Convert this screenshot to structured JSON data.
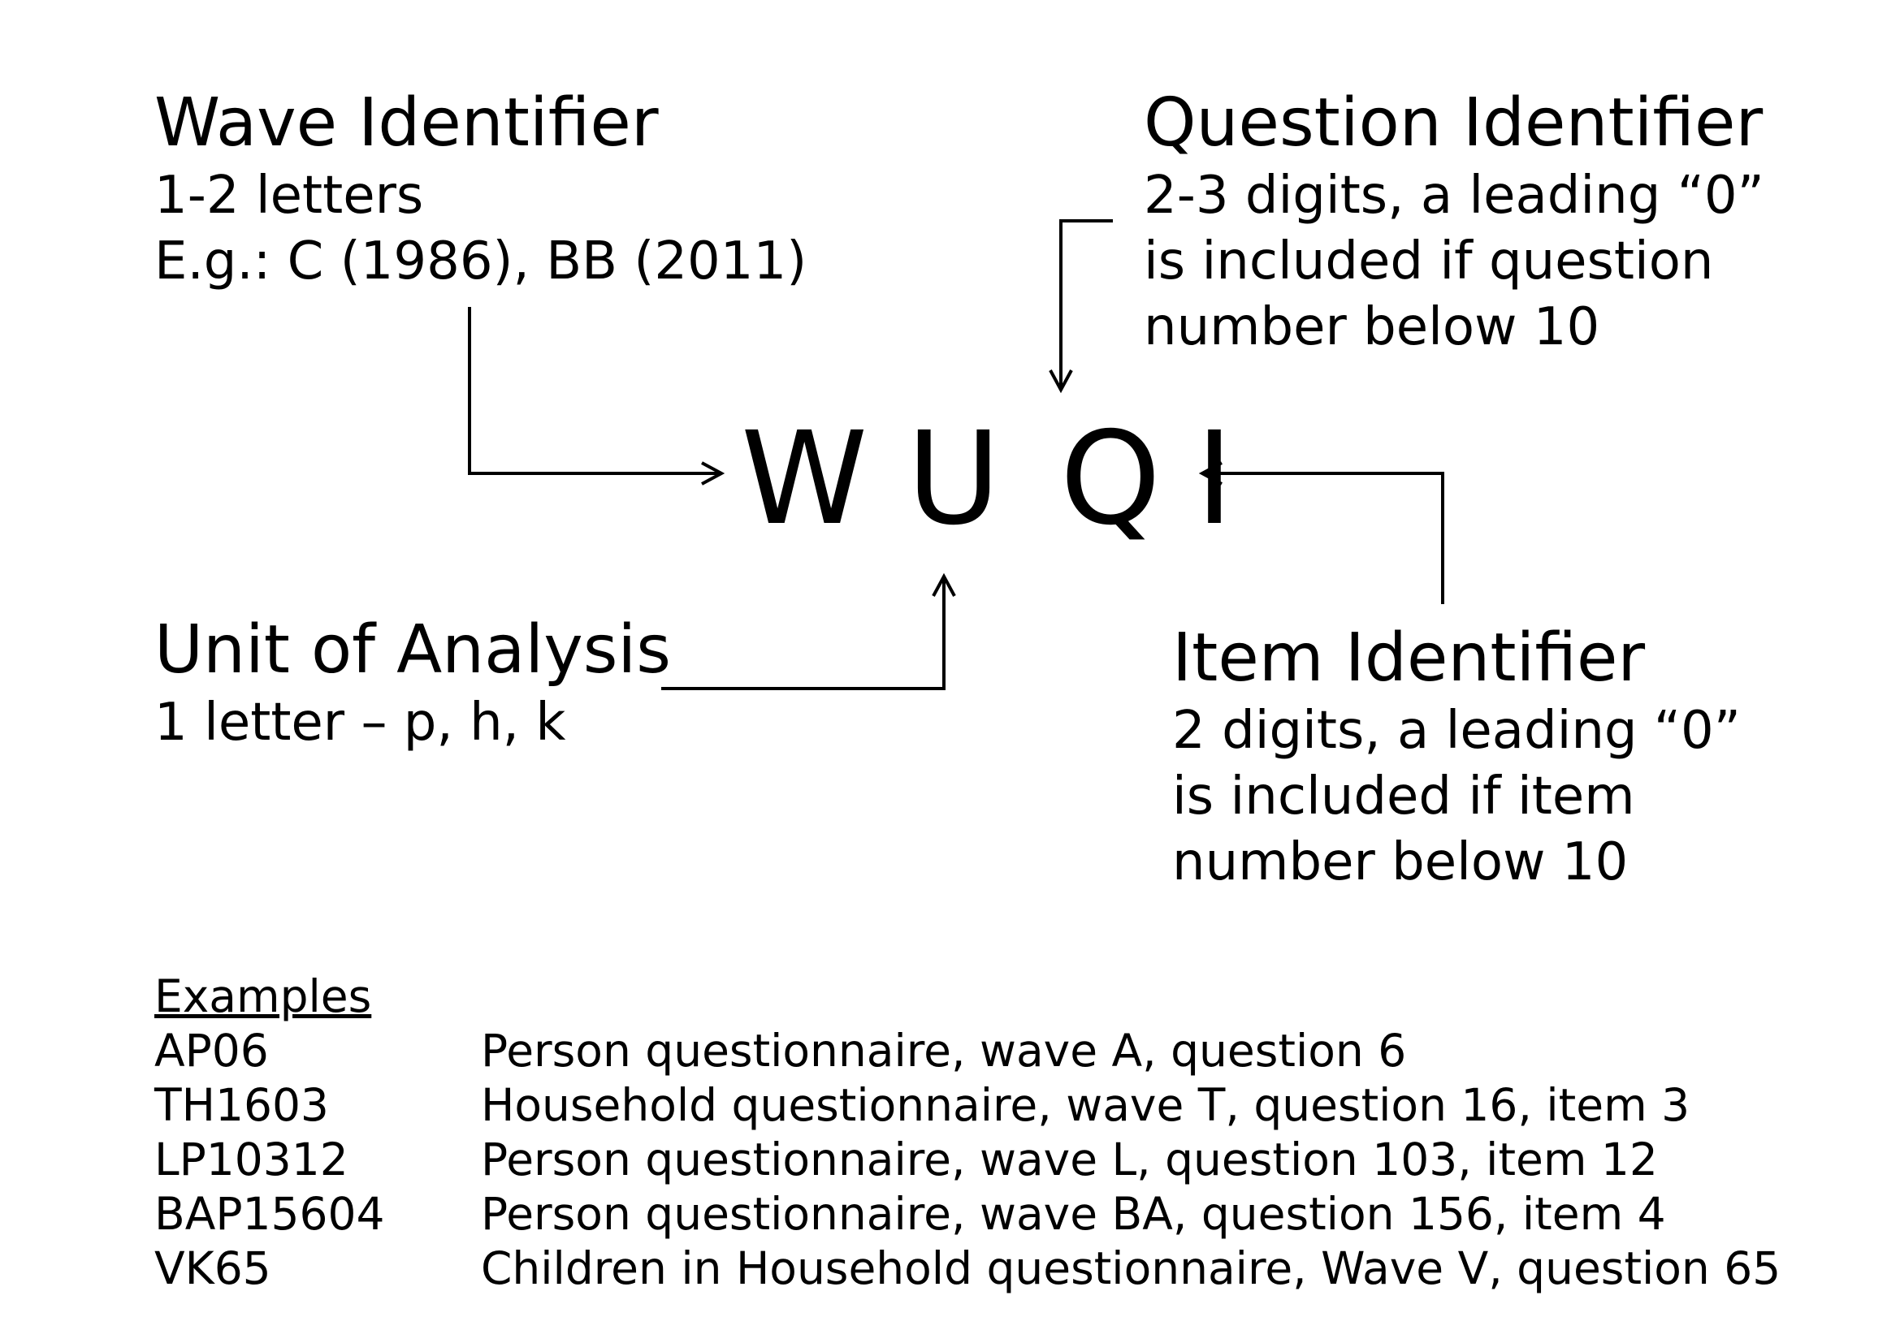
{
  "wave": {
    "heading": "Wave Identifier",
    "lines": [
      "1-2 letters",
      "E.g.: C (1986), BB (2011)"
    ]
  },
  "question": {
    "heading": "Question Identifier",
    "lines": [
      "2-3 digits, a leading “0”",
      "is included if question",
      "number below 10"
    ]
  },
  "unit": {
    "heading": "Unit of Analysis",
    "lines": [
      "1 letter – p, h, k"
    ]
  },
  "item": {
    "heading": "Item Identifier",
    "lines": [
      "2 digits, a leading “0”",
      "is included if item",
      "number below 10"
    ]
  },
  "code": {
    "letters": [
      "W",
      "U",
      "Q",
      "I"
    ]
  },
  "examples": {
    "title": "Examples",
    "rows": [
      {
        "code": "AP06",
        "description": "Person questionnaire, wave A, question 6"
      },
      {
        "code": "TH1603",
        "description": "Household questionnaire, wave T, question 16, item 3"
      },
      {
        "code": "LP10312",
        "description": "Person questionnaire, wave L, question 103, item 12"
      },
      {
        "code": "BAP15604",
        "description": "Person questionnaire, wave BA, question 156, item 4"
      },
      {
        "code": "VK65",
        "description": "Children in Household questionnaire, Wave V, question 65"
      }
    ]
  }
}
